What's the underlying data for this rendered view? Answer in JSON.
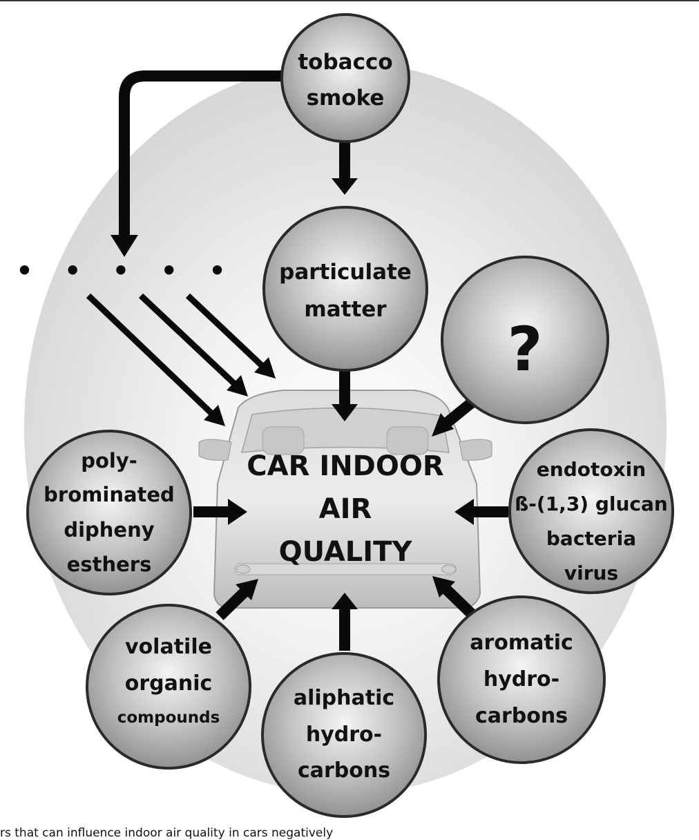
{
  "center": {
    "lines": [
      "CAR INDOOR",
      "AIR",
      "QUALITY"
    ]
  },
  "factors": {
    "tobacco": [
      "tobacco",
      "smoke"
    ],
    "particulate": [
      "particulate",
      "matter"
    ],
    "unknown": [
      "?"
    ],
    "pbde": [
      "poly-",
      "brominated",
      "dipheny",
      "esthers"
    ],
    "bio": [
      "endotoxin",
      "ß-(1,3) glucan",
      "bacteria",
      "virus"
    ],
    "voc": [
      "volatile",
      "organic",
      "compounds"
    ],
    "aliphatic": [
      "aliphatic",
      "hydro-",
      "carbons"
    ],
    "aromatic": [
      "aromatic",
      "hydro-",
      "carbons"
    ]
  },
  "more_factors_marker": "• • • • •",
  "caption": "rs that can influence indoor air quality in cars negatively"
}
